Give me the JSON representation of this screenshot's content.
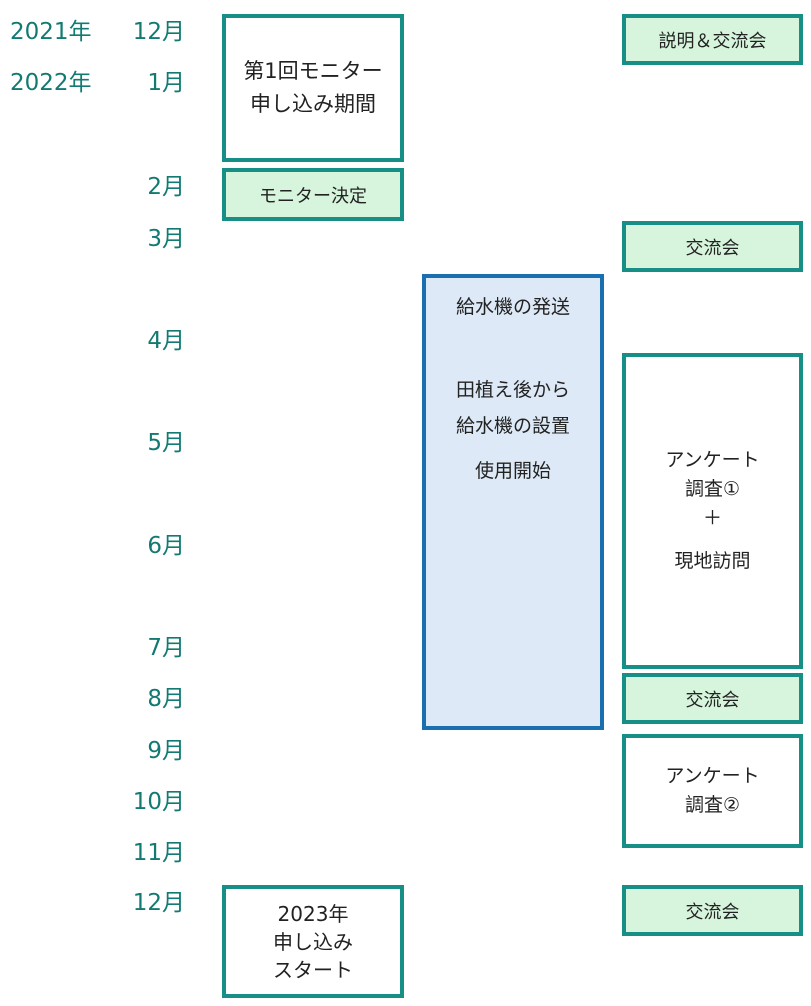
{
  "timeline": {
    "year_2021": "2021年",
    "year_2022": "2022年",
    "months": [
      "12月",
      "1月",
      "2月",
      "3月",
      "4月",
      "5月",
      "6月",
      "7月",
      "8月",
      "9月",
      "10月",
      "11月",
      "12月"
    ]
  },
  "application": {
    "first_period": [
      "第1回モニター",
      "申し込み期間"
    ],
    "decision": "モニター決定",
    "next_start": [
      "2023年",
      "申し込み",
      "スタート"
    ]
  },
  "supply": {
    "shipping": "給水機の発送",
    "install": [
      "田植え後から",
      "給水機の設置"
    ],
    "use_start": "使用開始"
  },
  "events": {
    "briefing": "説明＆交流会",
    "exchange_mar": "交流会",
    "survey1": [
      "アンケート",
      "調査①",
      "＋",
      "現地訪問"
    ],
    "exchange_aug": "交流会",
    "survey2": [
      "アンケート",
      "調査②"
    ],
    "exchange_dec": "交流会"
  },
  "colors": {
    "label_teal": "#127a72",
    "box_border_teal": "#178f86",
    "green_fill": "#d6f5dc",
    "blue_border": "#1a6fb0",
    "blue_fill": "#dde9f6"
  }
}
